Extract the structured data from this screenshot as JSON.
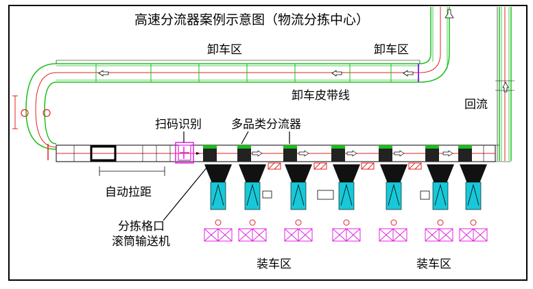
{
  "title": "高速分流器案例示意图（物流分拣中心）",
  "labels": {
    "unload_zone_1": "卸车区",
    "unload_zone_2": "卸车区",
    "unload_belt_line": "卸车皮带线",
    "return_flow": "回流",
    "scan_identify": "扫码识别",
    "multi_category_diverter": "多品类分流器",
    "auto_spacing": "自动拉距",
    "sort_chute_line1": "分拣格口",
    "sort_chute_line2": "滚筒输送机",
    "load_zone_1": "装车区",
    "load_zone_2": "装车区"
  },
  "colors": {
    "belt_green": "#18c018",
    "track_red": "#e02020",
    "magenta": "#e020e0",
    "cyan": "#18c8d8",
    "black": "#000000"
  }
}
